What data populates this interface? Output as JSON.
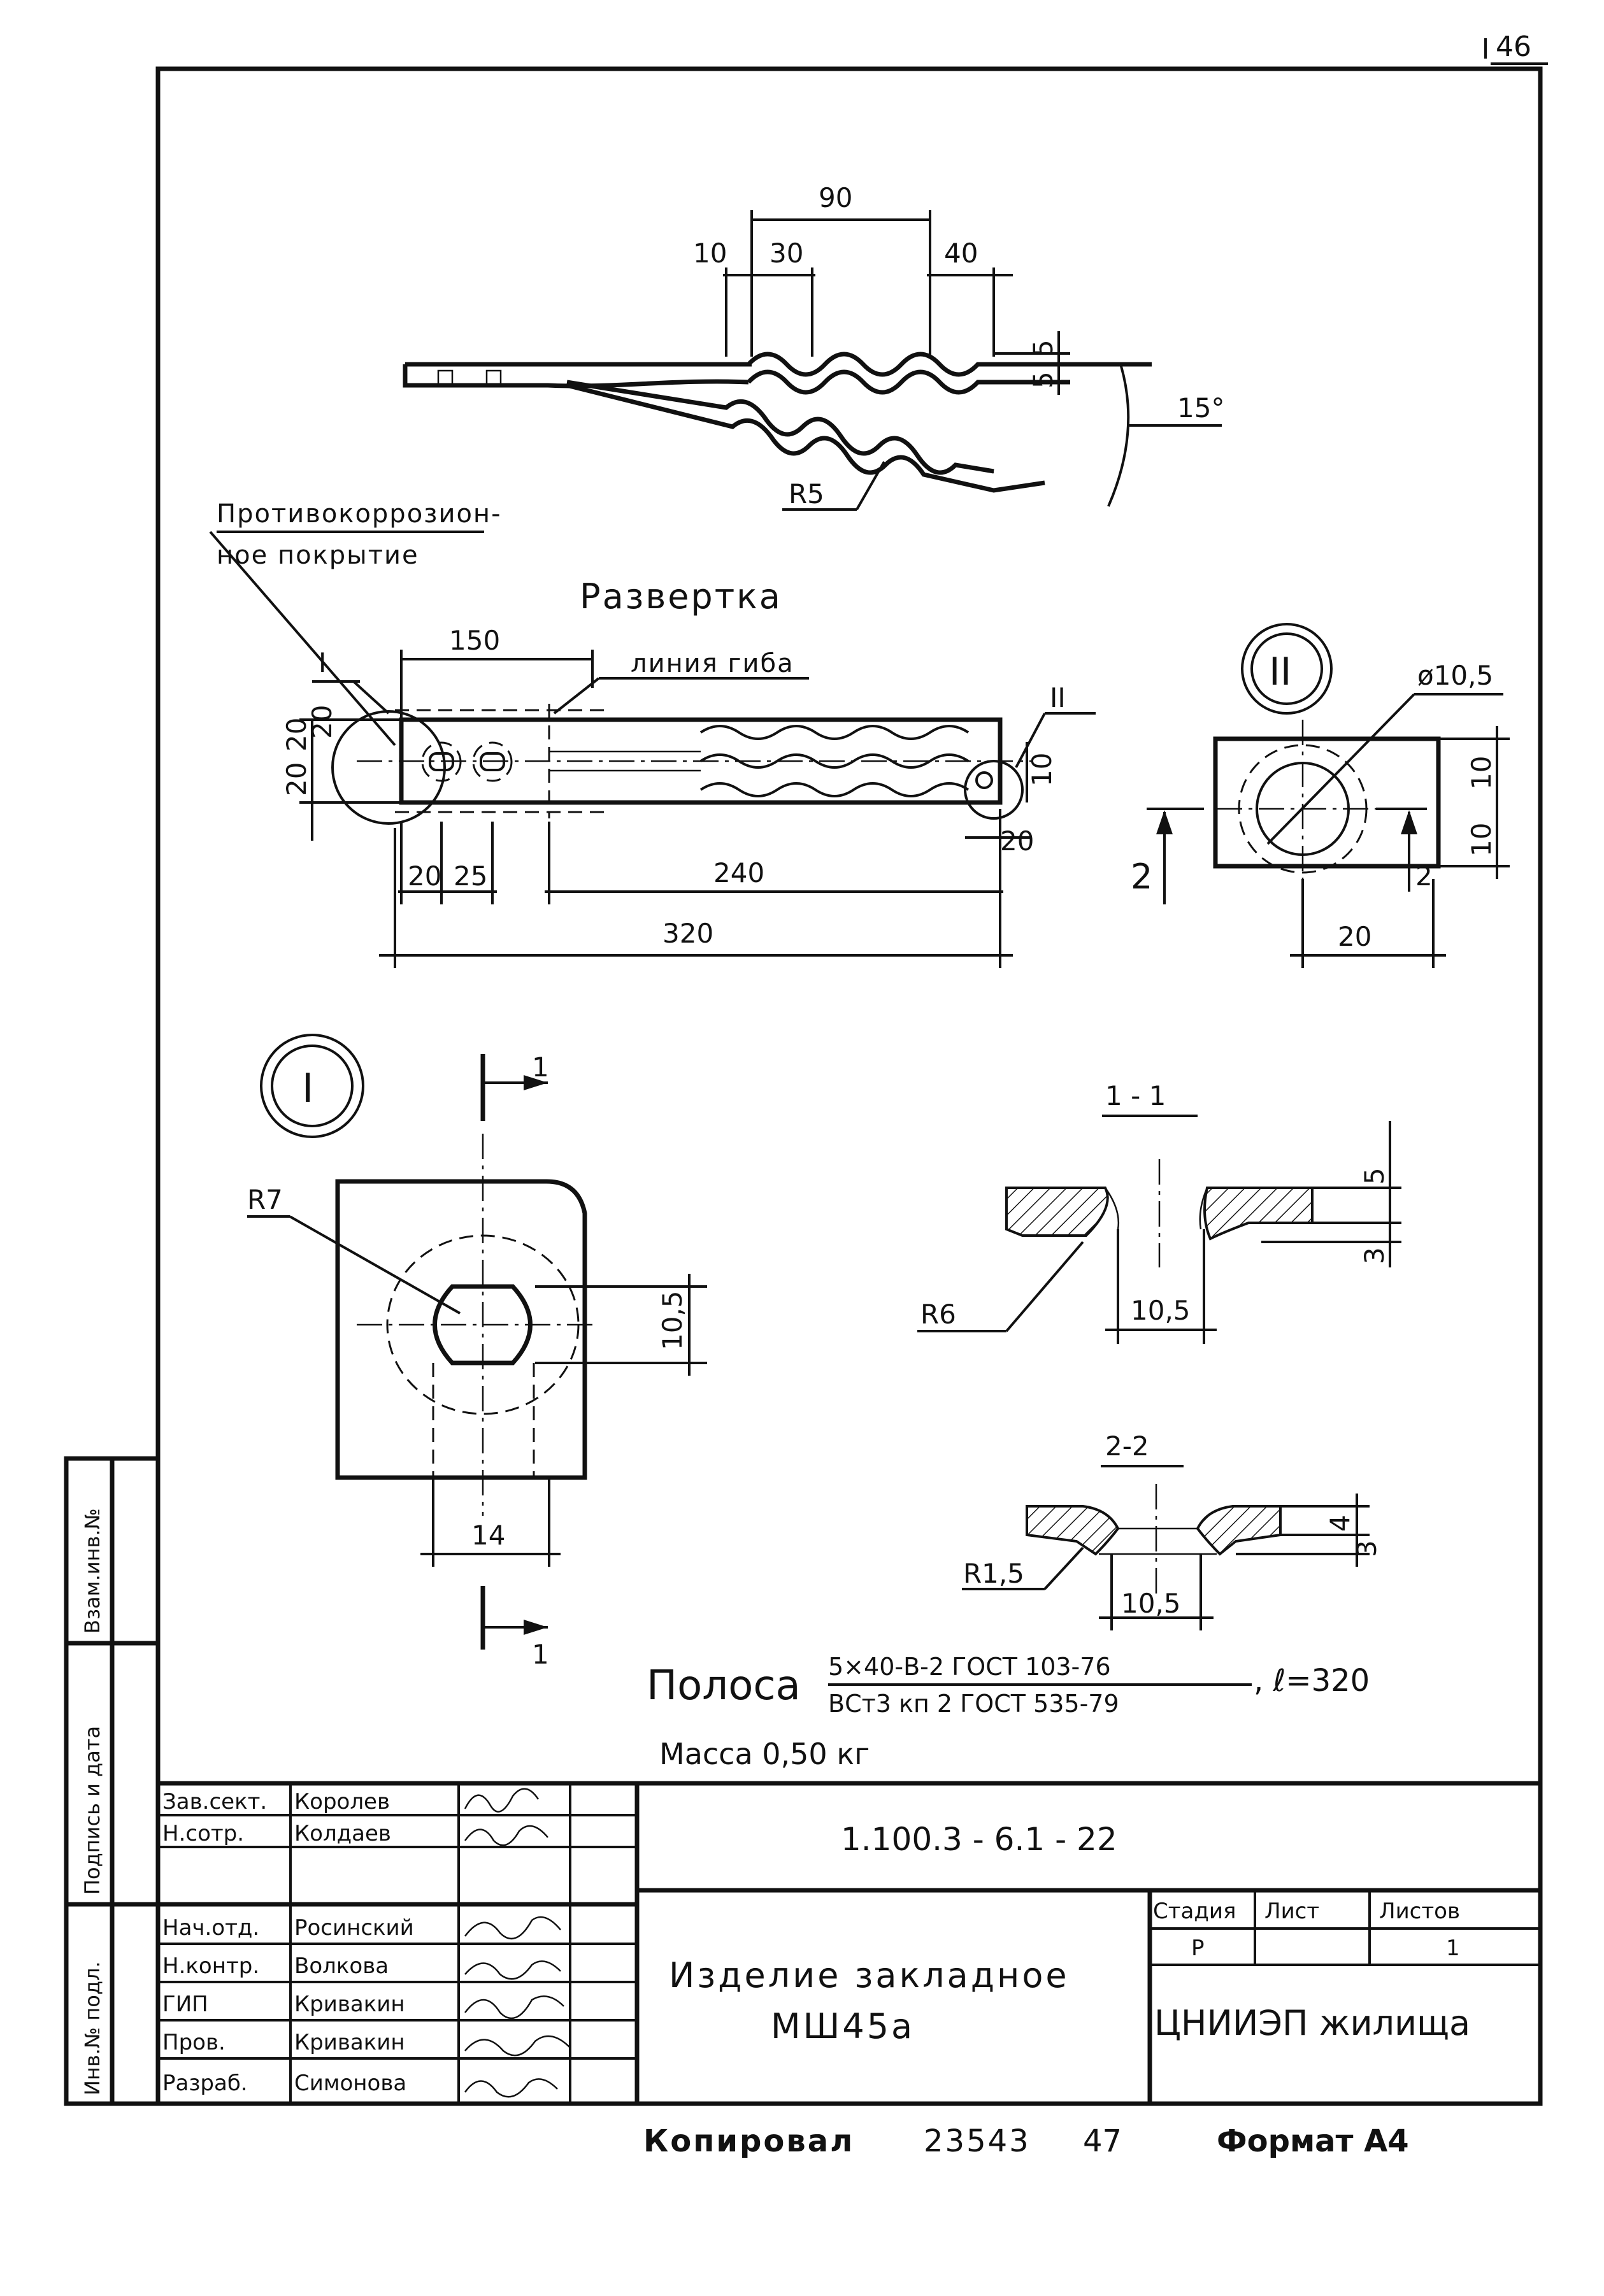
{
  "sheet_number": "46",
  "top_view": {
    "dims": [
      "90",
      "10",
      "30",
      "40",
      "5",
      "5",
      "15°",
      "R5"
    ]
  },
  "note_coating": [
    "Противокоррозион-",
    "ное покрытие"
  ],
  "razvertka": {
    "title": "Развертка",
    "fold_line": "линия гиба",
    "callout_1": "I",
    "callout_2": "II",
    "dims": [
      "150",
      "20",
      "20",
      "20",
      "20",
      "25",
      "240",
      "320",
      "10",
      "20"
    ]
  },
  "detail_2": {
    "label": "II",
    "dims": [
      "ø10,5",
      "10",
      "10",
      "20"
    ],
    "section_mark": "2"
  },
  "detail_1": {
    "label": "I",
    "section_mark": "1",
    "dims": [
      "R7",
      "10,5",
      "14"
    ]
  },
  "section_1_1": {
    "title": "1 - 1",
    "dims": [
      "5",
      "3",
      "R6",
      "10,5"
    ]
  },
  "section_2_2": {
    "title": "2-2",
    "dims": [
      "4",
      "3",
      "R1,5",
      "10,5"
    ]
  },
  "spec": {
    "label": "Полоса",
    "numerator": "5×40-В-2 ГОСТ 103-76",
    "denominator": "ВСт3 кп 2 ГОСТ 535-79",
    "length": ", ℓ=320",
    "mass": "Масса 0,50 кг"
  },
  "side_stamp": {
    "c1": "Взам.инв.№",
    "c2": "Подпись и дата",
    "c3": "Инв.№ подл."
  },
  "title_block": {
    "doc_code": "1.100.3 - 6.1 - 22",
    "product_name": "Изделие закладное",
    "product_code": "МШ45а",
    "org": "ЦНИИЭП жилища",
    "head_stage": "Стадия",
    "head_sheet": "Лист",
    "head_sheets": "Листов",
    "stage": "Р",
    "sheets": "1",
    "rows": [
      {
        "role": "Зав.сект.",
        "name": "Королев"
      },
      {
        "role": "Н.сотр.",
        "name": "Колдаев"
      },
      {
        "role": "",
        "name": ""
      },
      {
        "role": "Нач.отд.",
        "name": "Росинский"
      },
      {
        "role": "Н.контр.",
        "name": "Волкова"
      },
      {
        "role": "ГИП",
        "name": "Кривакин"
      },
      {
        "role": "Пров.",
        "name": "Кривакин"
      },
      {
        "role": "Разраб.",
        "name": "Симонова"
      }
    ]
  },
  "footer": {
    "copied": "Копировал",
    "num1": "23543",
    "num2": "47",
    "format": "Формат А4"
  }
}
